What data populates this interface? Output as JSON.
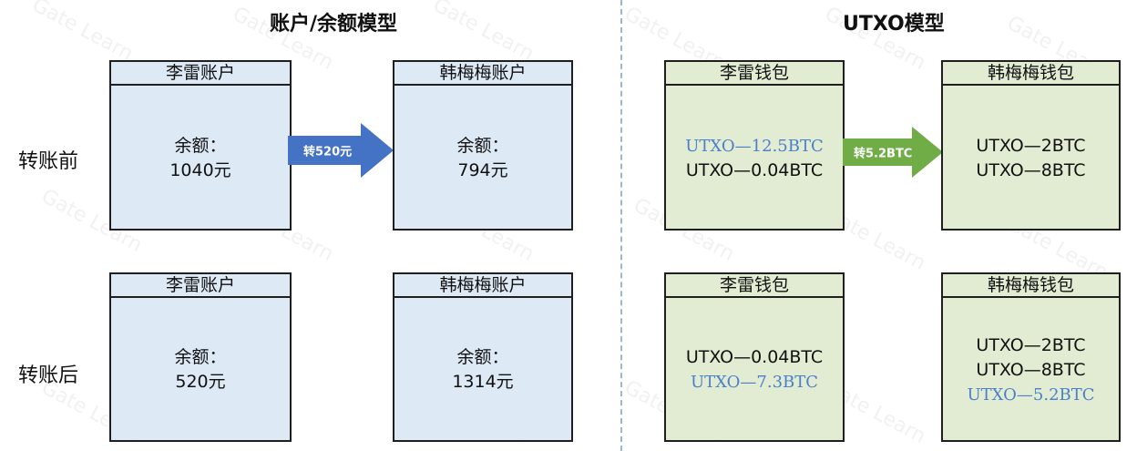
{
  "titles": {
    "left": "账户/余额模型",
    "right": "UTXO模型"
  },
  "row_labels": {
    "before": "转账前",
    "after": "转账后"
  },
  "account_model": {
    "before": {
      "li": {
        "header": "李雷账户",
        "balance_label": "余额：",
        "balance": "1040元"
      },
      "han": {
        "header": "韩梅梅账户",
        "balance_label": "余额：",
        "balance": "794元"
      },
      "transfer": "转520元"
    },
    "after": {
      "li": {
        "header": "李雷账户",
        "balance_label": "余额：",
        "balance": "520元"
      },
      "han": {
        "header": "韩梅梅账户",
        "balance_label": "余额：",
        "balance": "1314元"
      }
    }
  },
  "utxo_model": {
    "before": {
      "li": {
        "header": "李雷钱包",
        "utxos": [
          "UTXO—12.5BTC",
          "UTXO—0.04BTC"
        ]
      },
      "han": {
        "header": "韩梅梅钱包",
        "utxos": [
          "UTXO—2BTC",
          "UTXO—8BTC"
        ]
      },
      "transfer": "转5.2BTC"
    },
    "after": {
      "li": {
        "header": "李雷钱包",
        "utxos": [
          "UTXO—0.04BTC",
          "UTXO—7.3BTC"
        ]
      },
      "han": {
        "header": "韩梅梅钱包",
        "utxos": [
          "UTXO—2BTC",
          "UTXO—8BTC",
          "UTXO—5.2BTC"
        ]
      }
    }
  },
  "watermark": "Gate Learn",
  "colors": {
    "account_fill": "#dde9f5",
    "wallet_fill": "#e1ecd2",
    "account_arrow": "#4472c4",
    "utxo_arrow": "#70ad47",
    "highlight_text": "#4a7fcb"
  }
}
